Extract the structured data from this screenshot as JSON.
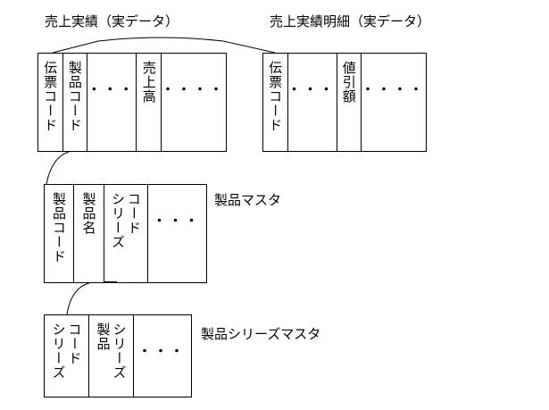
{
  "tables": {
    "sales": {
      "title": "売上実績（実データ）",
      "columns": [
        "伝票コード",
        "製品コード",
        "・・・",
        "売上高",
        "・・・・"
      ]
    },
    "sales_detail": {
      "title": "売上実績明細（実データ）",
      "columns": [
        "伝票コード",
        "・・・",
        "値引額",
        "・・・・"
      ]
    },
    "product_master": {
      "title": "製品マスタ",
      "columns": [
        "製品コード",
        "製品名",
        "シリーズコード",
        "・・・"
      ],
      "series_col": {
        "line1": "コード",
        "line2": "シリーズ"
      }
    },
    "series_master": {
      "title": "製品シリーズマスタ",
      "columns": [
        "シリーズコード",
        "製品シリーズ",
        "・・・"
      ],
      "col1": {
        "line1": "コード",
        "line2": "シリーズ"
      },
      "col2": {
        "line1": "シリーズ",
        "line2": "製品"
      }
    }
  }
}
